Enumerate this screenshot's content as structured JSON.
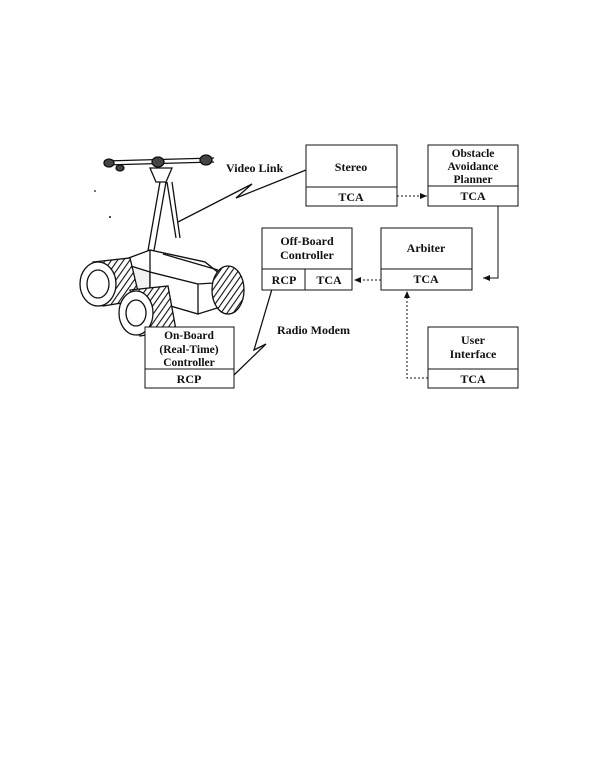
{
  "diagram": {
    "modules": {
      "stereo": {
        "title": [
          "Stereo"
        ],
        "lower": [
          "TCA"
        ]
      },
      "planner": {
        "title": [
          "Obstacle",
          "Avoidance",
          "Planner"
        ],
        "lower": [
          "TCA"
        ]
      },
      "offboard": {
        "title": [
          "Off-Board",
          "Controller"
        ],
        "lower": [
          "RCP",
          "TCA"
        ]
      },
      "arbiter": {
        "title": [
          "Arbiter"
        ],
        "lower": [
          "TCA"
        ]
      },
      "onboard": {
        "title": [
          "On-Board",
          "(Real-Time)",
          "Controller"
        ],
        "lower": [
          "RCP"
        ]
      },
      "user": {
        "title": [
          "User",
          "Interface"
        ],
        "lower": [
          "TCA"
        ]
      }
    },
    "links": {
      "video": "Video Link",
      "radio": "Radio Modem"
    },
    "robot_icon": "robot-vehicle-icon"
  }
}
